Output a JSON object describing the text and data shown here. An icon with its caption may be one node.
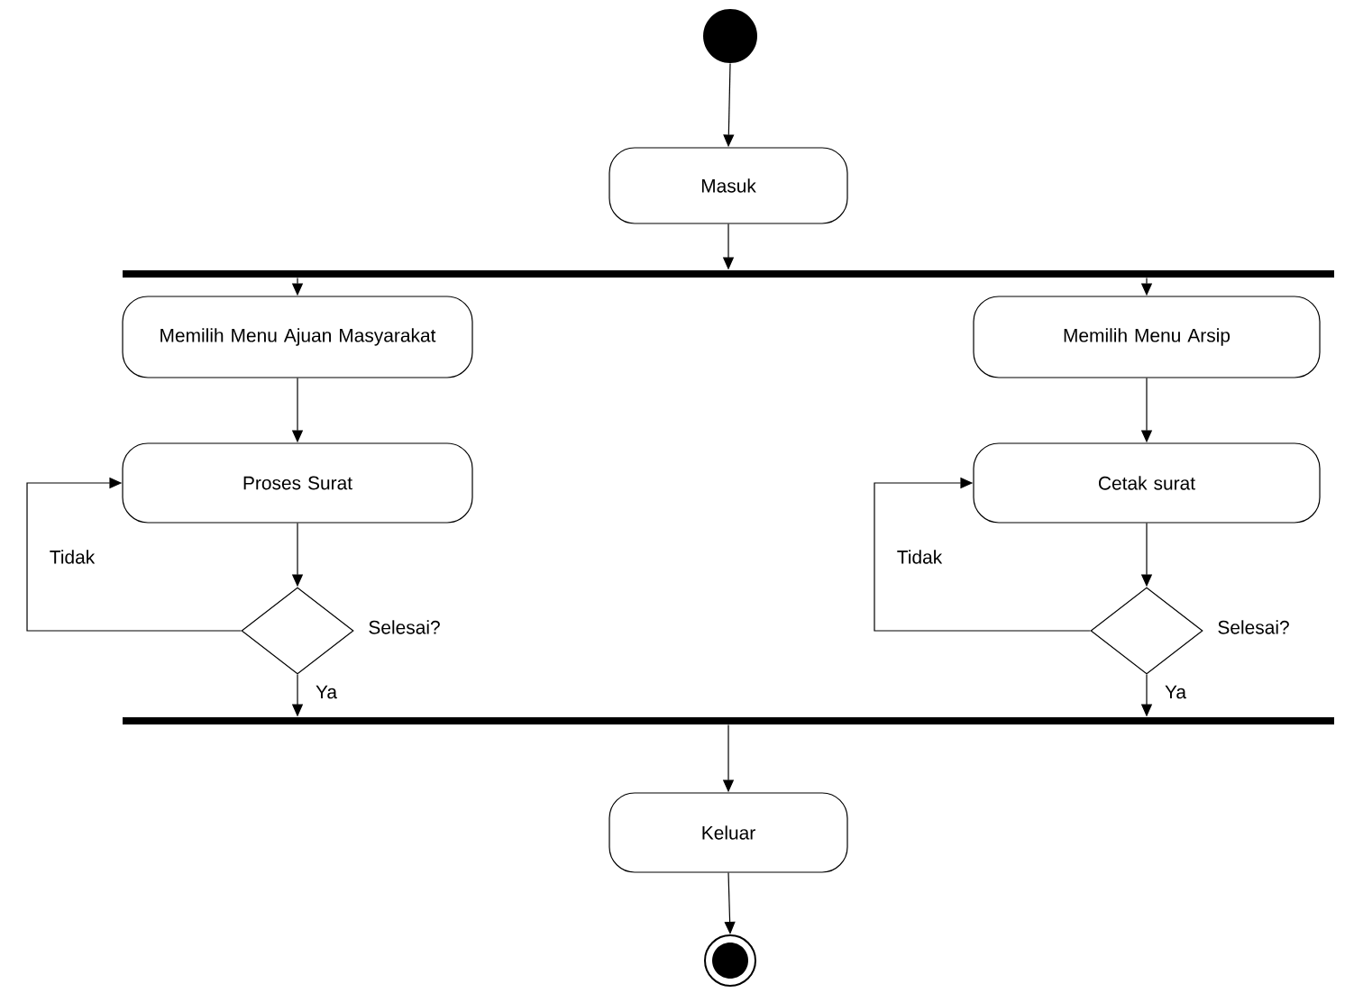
{
  "diagram": {
    "nodes": [
      {
        "text": [],
        "shape": "circle"
      },
      {
        "text": [
          "Masuk"
        ]
      },
      {
        "text": [],
        "shape": "bar"
      },
      {
        "text": [
          "Memilih Menu Ajuan Masyarakat"
        ]
      },
      {
        "text": [
          "Proses Surat"
        ]
      },
      {
        "text": [],
        "shape": "diamond",
        "beside": [
          "Selesai?"
        ]
      },
      {
        "text": [
          "Memilih Menu Arsip"
        ]
      },
      {
        "text": [
          "Cetak surat"
        ]
      },
      {
        "text": [],
        "shape": "diamond",
        "beside": [
          "Selesai?"
        ]
      },
      {
        "text": [],
        "shape": "bar"
      },
      {
        "text": [
          "Keluar"
        ]
      },
      {
        "text": [],
        "shape": "circle"
      }
    ],
    "edges": [
      {
        "from": 0,
        "to": 1,
        "arrow": "to"
      },
      {
        "from": 1,
        "to": 2,
        "arrow": "to"
      },
      {
        "from": 2,
        "to": 3,
        "arrow": "to"
      },
      {
        "from": 2,
        "to": 6,
        "arrow": "to"
      },
      {
        "from": 3,
        "to": 4,
        "arrow": "to"
      },
      {
        "from": 4,
        "to": 5,
        "arrow": "to"
      },
      {
        "from": 5,
        "to": 4,
        "arrow": "to",
        "label": "Tidak"
      },
      {
        "from": 5,
        "to": 9,
        "arrow": "to",
        "label": "Ya"
      },
      {
        "from": 6,
        "to": 7,
        "arrow": "to"
      },
      {
        "from": 7,
        "to": 8,
        "arrow": "to"
      },
      {
        "from": 8,
        "to": 7,
        "arrow": "to",
        "label": "Tidak"
      },
      {
        "from": 8,
        "to": 9,
        "arrow": "to",
        "label": "Ya"
      },
      {
        "from": 9,
        "to": 10,
        "arrow": "to"
      },
      {
        "from": 10,
        "to": 11,
        "arrow": "to"
      }
    ]
  }
}
